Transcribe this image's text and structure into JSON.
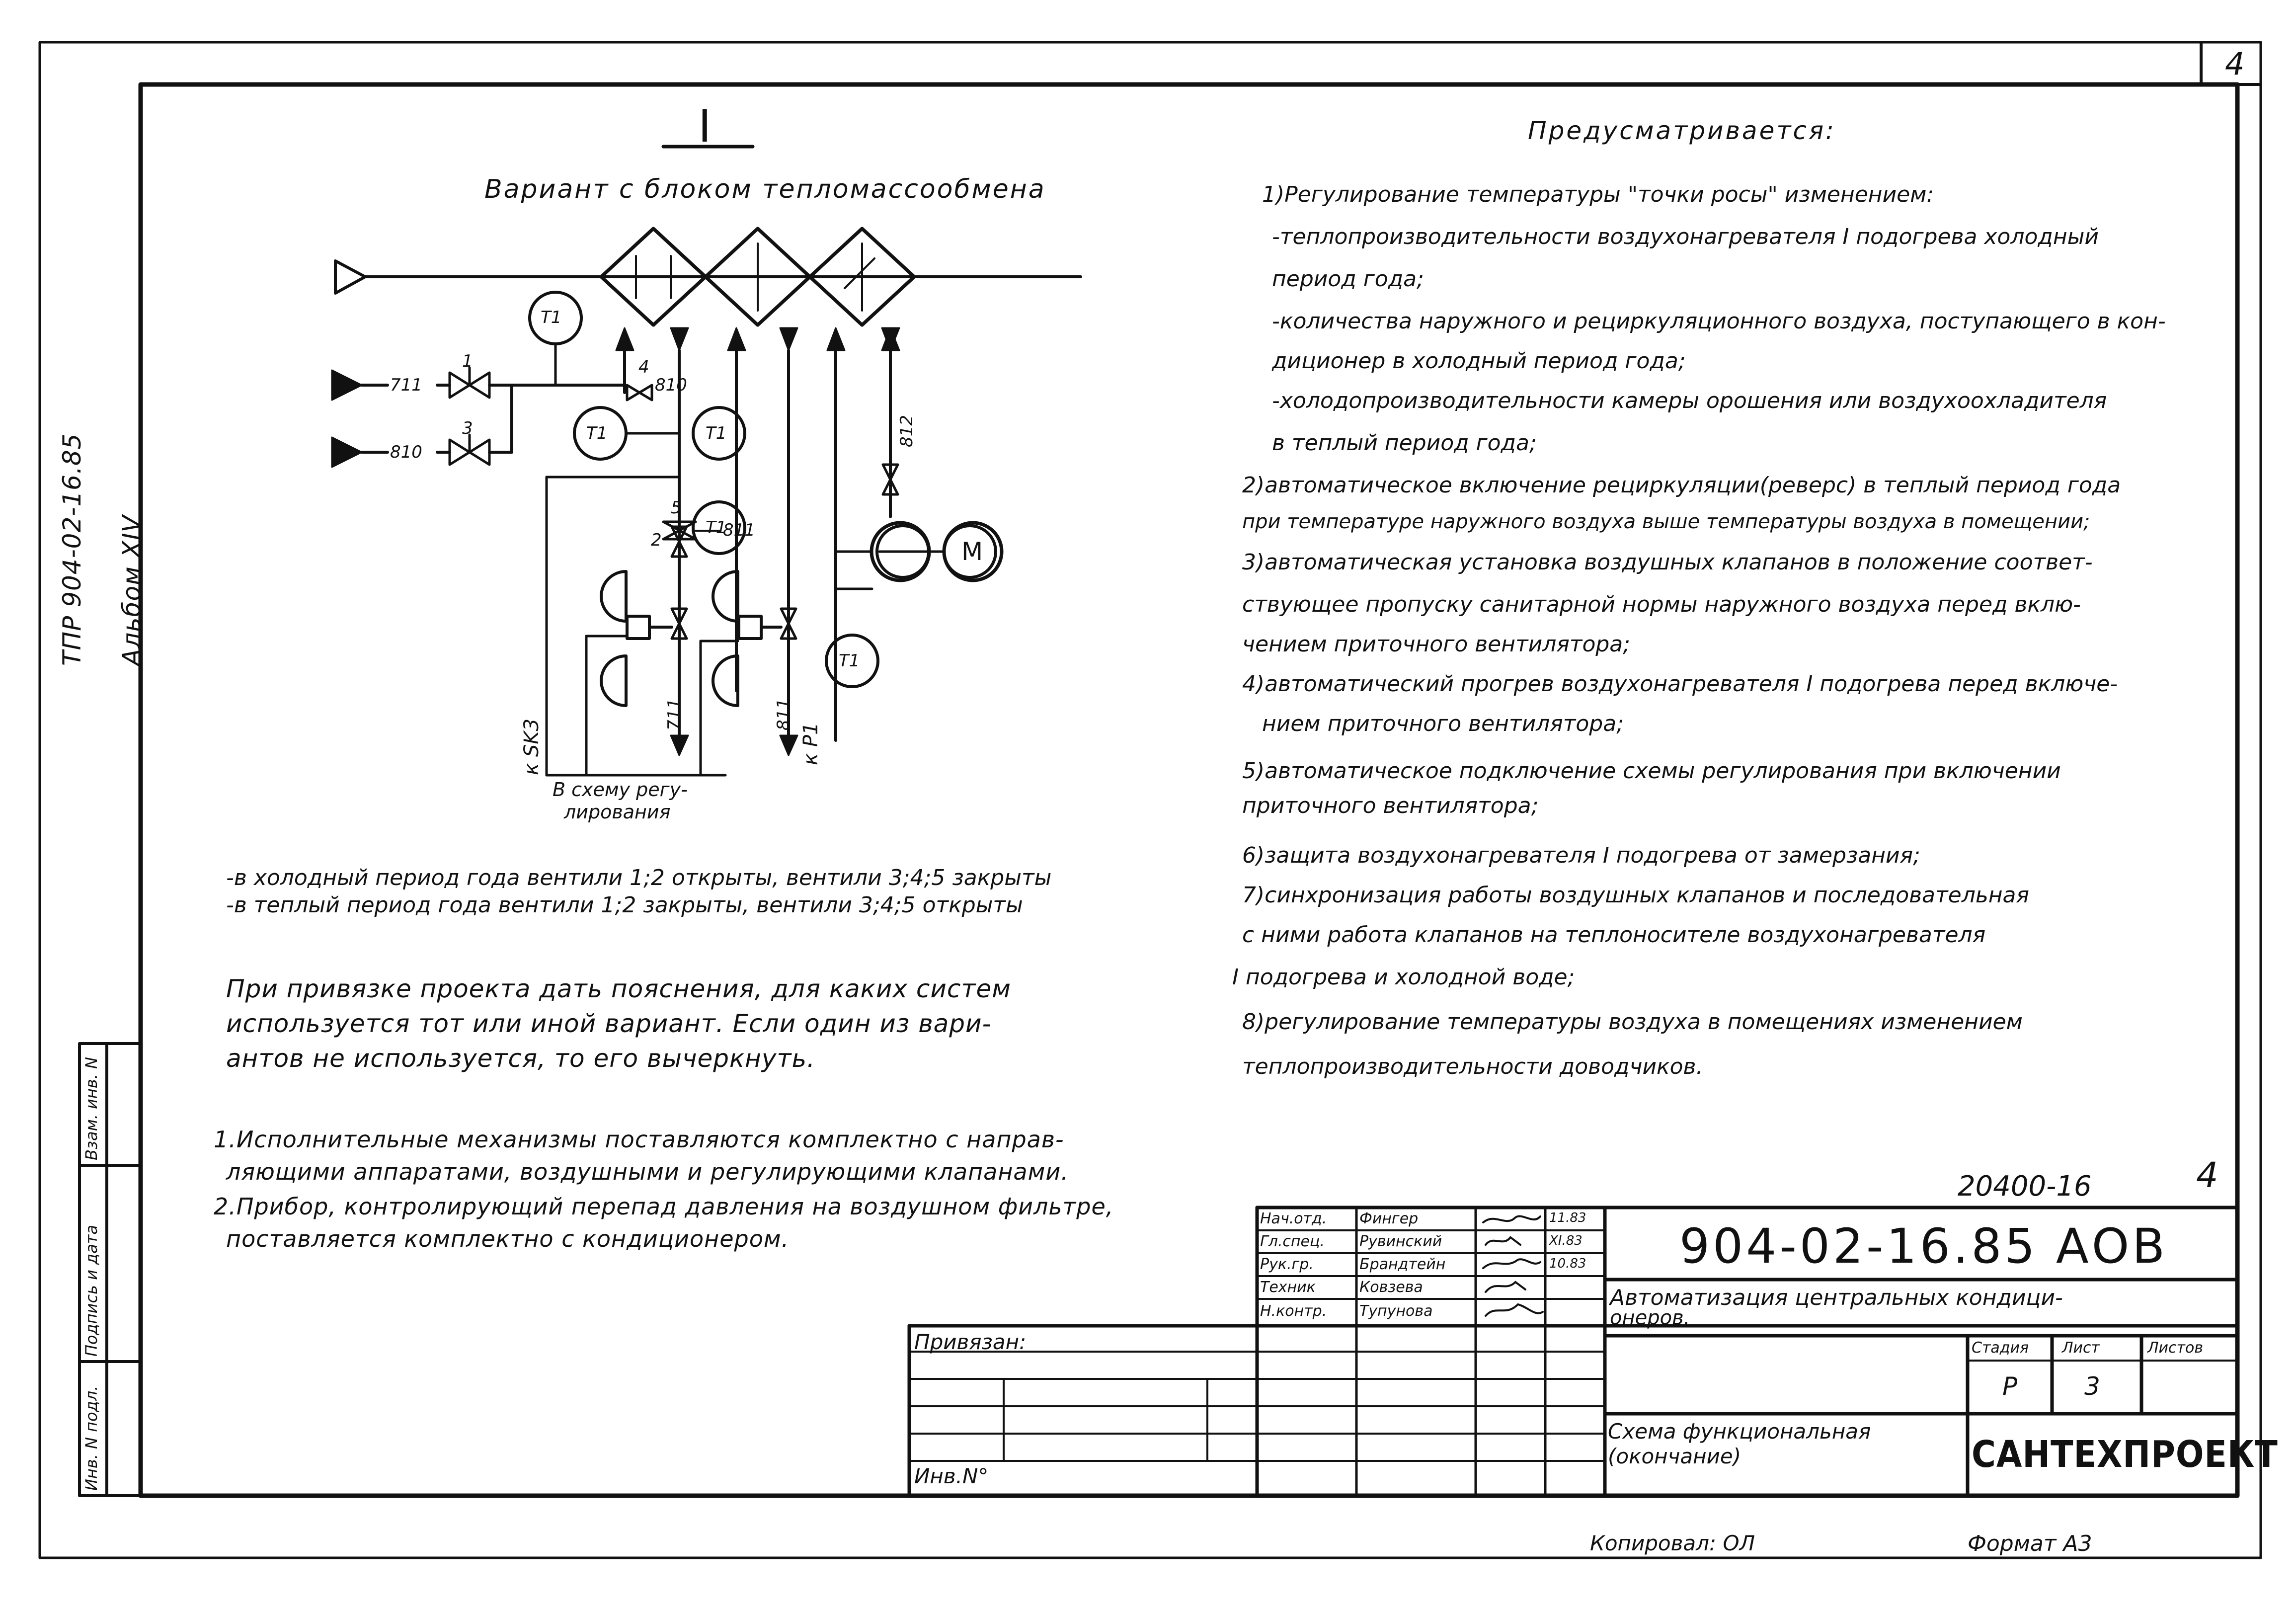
{
  "page_number": "4",
  "stamp_sheet_number": "4",
  "side": {
    "album_code": "ТПР 904-02-16.85",
    "album": "Альбом XIV",
    "column_labels": [
      "Инв. N подл.",
      "Подпись и дата",
      "Взам. инв. N"
    ]
  },
  "diagram": {
    "roman": "I",
    "title": "Вариант с блоком тепломассообмена",
    "labels": {
      "t1_top": "T1",
      "t1_left": "T1",
      "t1_mid": "T1",
      "t1_low": "T1",
      "t1_right": "T1",
      "motor": "M",
      "pipe_711": "711",
      "pipe_810_left": "810",
      "pipe_810_mid": "810",
      "pipe_811": "811",
      "pipe_812": "812",
      "valve_1": "1",
      "valve_2": "2",
      "valve_3": "3",
      "valve_4": "4",
      "valve_5": "5",
      "down_711": "711",
      "down_811": "811",
      "k_sk3": "к SK3",
      "k_r": "к P1",
      "scheme_label_1": "В схему регу-",
      "scheme_label_2": "лирования"
    }
  },
  "valve_notes": [
    "-в холодный период года вентили 1;2 открыты, вентили 3;4;5 закрыты",
    "-в теплый период года вентили 1;2 закрыты, вентили 3;4;5 открыты"
  ],
  "binding_note": [
    "При привязке проекта дать пояснения, для каких систем",
    "используется тот или иной вариант. Если один из вари-",
    "антов не используется, то его вычеркнуть."
  ],
  "footnotes": [
    "1.Исполнительные механизмы поставляются комплектно с направ-",
    "ляющими аппаратами, воздушными и регулирующими клапанами.",
    "2.Прибор, контролирующий перепад давления на воздушном фильтре,",
    "поставляется комплектно с кондиционером."
  ],
  "provisions": {
    "heading": "Предусматривается:",
    "lines": [
      "1)Регулирование температуры \"точки росы\" изменением:",
      "-теплопроизводительности воздухонагревателя I подогрева холодный",
      "период года;",
      "-количества наружного и рециркуляционного воздуха, поступающего в кон-",
      "диционер в холодный период года;",
      "-холодопроизводительности камеры орошения или воздухоохладителя",
      "в теплый период года;",
      "2)автоматическое включение рециркуляции(реверс) в теплый период года",
      "при температуре наружного воздуха выше температуры воздуха в помещении;",
      "3)автоматическая установка воздушных клапанов в положение соответ-",
      "ствующее пропуску санитарной нормы наружного воздуха перед вклю-",
      "чением приточного вентилятора;",
      "4)автоматический прогрев воздухонагревателя I подогрева перед включе-",
      "нием приточного вентилятора;",
      "5)автоматическое подключение схемы регулирования при включении",
      "приточного вентилятора;",
      "6)защита воздухонагревателя I подогрева от замерзания;",
      "7)синхронизация работы воздушных клапанов и последовательная",
      "с ними работа клапанов на теплоносителе воздухонагревателя",
      "I подогрева и холодной воде;",
      "8)регулирование температуры воздуха в помещениях изменением",
      "теплопроизводительности доводчиков."
    ]
  },
  "title_block": {
    "order_number": "20400-16",
    "document_code": "904-02-16.85 АОВ",
    "people": [
      {
        "role": "Нач.отд.",
        "name": "Фингер",
        "date": "11.83"
      },
      {
        "role": "Гл.спец.",
        "name": "Рувинский",
        "date": "XI.83"
      },
      {
        "role": "Рук.гр.",
        "name": "Брандтейн",
        "date": "10.83"
      },
      {
        "role": "Техник",
        "name": "Ковзева",
        "date": ""
      },
      {
        "role": "Н.контр.",
        "name": "Тупунова",
        "date": ""
      }
    ],
    "project_title": "Автоматизация центральных кондици-",
    "project_title_2": "онеров.",
    "sheet_title": "Схема функциональная",
    "sheet_title_2": "(окончание)",
    "stage_header": "Стадия",
    "sheet_header": "Лист",
    "sheets_header": "Листов",
    "stage": "Р",
    "sheet": "3",
    "sheets": "",
    "organization": "САНТЕХПРОЕКТ",
    "bound_label": "Привязан:",
    "inv_label": "Инв.N°"
  },
  "bottom": {
    "copied": "Копировал: ОЛ",
    "format": "Формат А3"
  }
}
